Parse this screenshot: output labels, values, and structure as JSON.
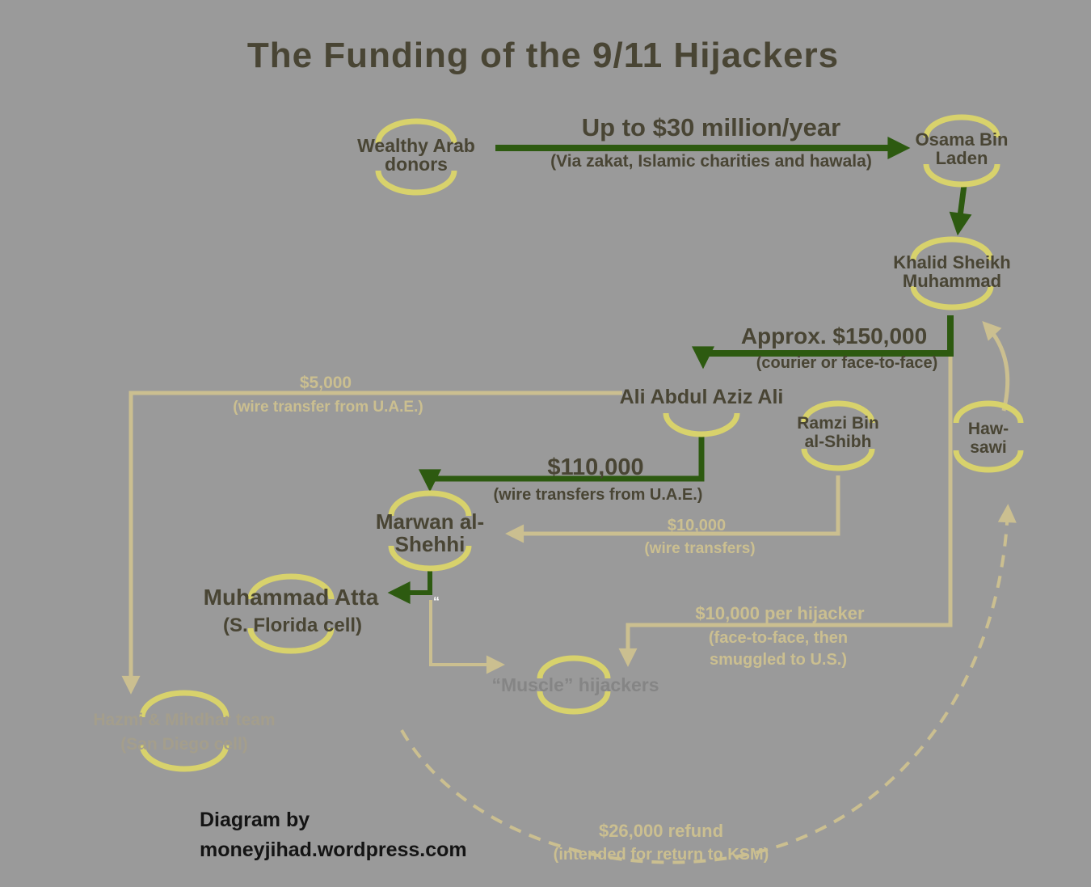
{
  "title": "The Funding of the 9/11 Hijackers",
  "colors": {
    "background": "#9a9a9a",
    "dark_text": "#494534",
    "green_arrow": "#2d5a10",
    "node_arc_yellow": "#d8d26c",
    "faint_tan": "#cbbf90",
    "muscle_text_gray": "#858585",
    "san_diego_text": "#a49e8c",
    "credit_text": "#141414"
  },
  "nodes": {
    "wealthy_arab_donors": {
      "line1": "Wealthy Arab",
      "line2": "donors"
    },
    "osama_bin_laden": {
      "line1": "Osama Bin",
      "line2": "Laden"
    },
    "khalid_sheikh_muhammad": {
      "line1": "Khalid Sheikh",
      "line2": "Muhammad"
    },
    "ali_abdul_aziz_ali": {
      "line1": "Ali Abdul Aziz Ali"
    },
    "ramzi_bin_al_shibh": {
      "line1": "Ramzi Bin",
      "line2": "al-Shibh"
    },
    "hawsawi": {
      "line1": "Haw-",
      "line2": "sawi"
    },
    "marwan_al_shehhi": {
      "line1": "Marwan al-",
      "line2": "Shehhi"
    },
    "muhammad_atta": {
      "line1": "Muhammad Atta",
      "line2": "(S. Florida cell)"
    },
    "muscle_hijackers": {
      "line1": "“Muscle” hijackers"
    },
    "san_diego_cell": {
      "line1": "Hazmi & Mihdhar team",
      "line2": "(San Diego cell)"
    }
  },
  "edges": {
    "donors_to_obl": {
      "label": "Up to $30 million/year",
      "sublabel": "(Via zakat, Islamic charities and hawala)"
    },
    "ksm_to_ali": {
      "label": "Approx. $150,000",
      "sublabel": "(courier or face-to-face)"
    },
    "ali_to_marwan": {
      "label": "$110,000",
      "sublabel": "(wire transfers from U.A.E.)"
    },
    "ali_to_san_diego": {
      "label": "$5,000",
      "sublabel": "(wire transfer from U.A.E.)"
    },
    "ramzi_to_marwan": {
      "label": "$10,000",
      "sublabel": "(wire transfers)"
    },
    "ksm_to_muscle": {
      "label": "$10,000 per hijacker",
      "sublabel_line1": "(face-to-face, then",
      "sublabel_line2": "smuggled to U.S.)"
    },
    "refund_to_hawsawi": {
      "label": "$26,000 refund",
      "sublabel": "(intended for return to KSM)"
    }
  },
  "artifact": {
    "quote_mark": "“"
  },
  "credit": {
    "line1": "Diagram by",
    "line2": "moneyjihad.wordpress.com"
  }
}
